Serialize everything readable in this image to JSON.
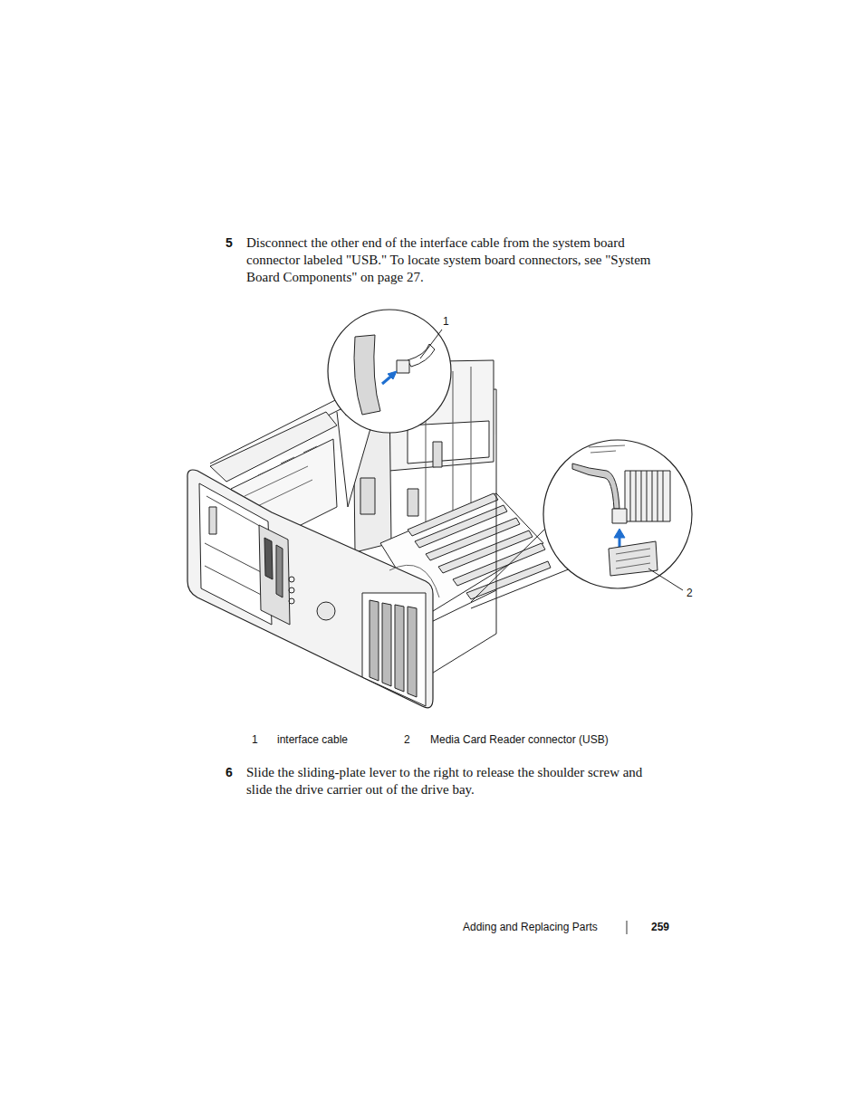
{
  "diagram": {
    "labels": [
      "5",
      "Disconnect the other end of the interface cable from the system board connector labeled \"USB.\" To locate system board connectors, see \"System Board Components\" on page 27.",
      "1",
      "2",
      "1",
      "interface cable",
      "2",
      "Media Card Reader connector (USB)",
      "6",
      "Slide the sliding-plate lever to the right to release the shoulder screw and slide the drive carrier out of the drive bay.",
      "Adding and Replacing Parts",
      "259"
    ]
  }
}
